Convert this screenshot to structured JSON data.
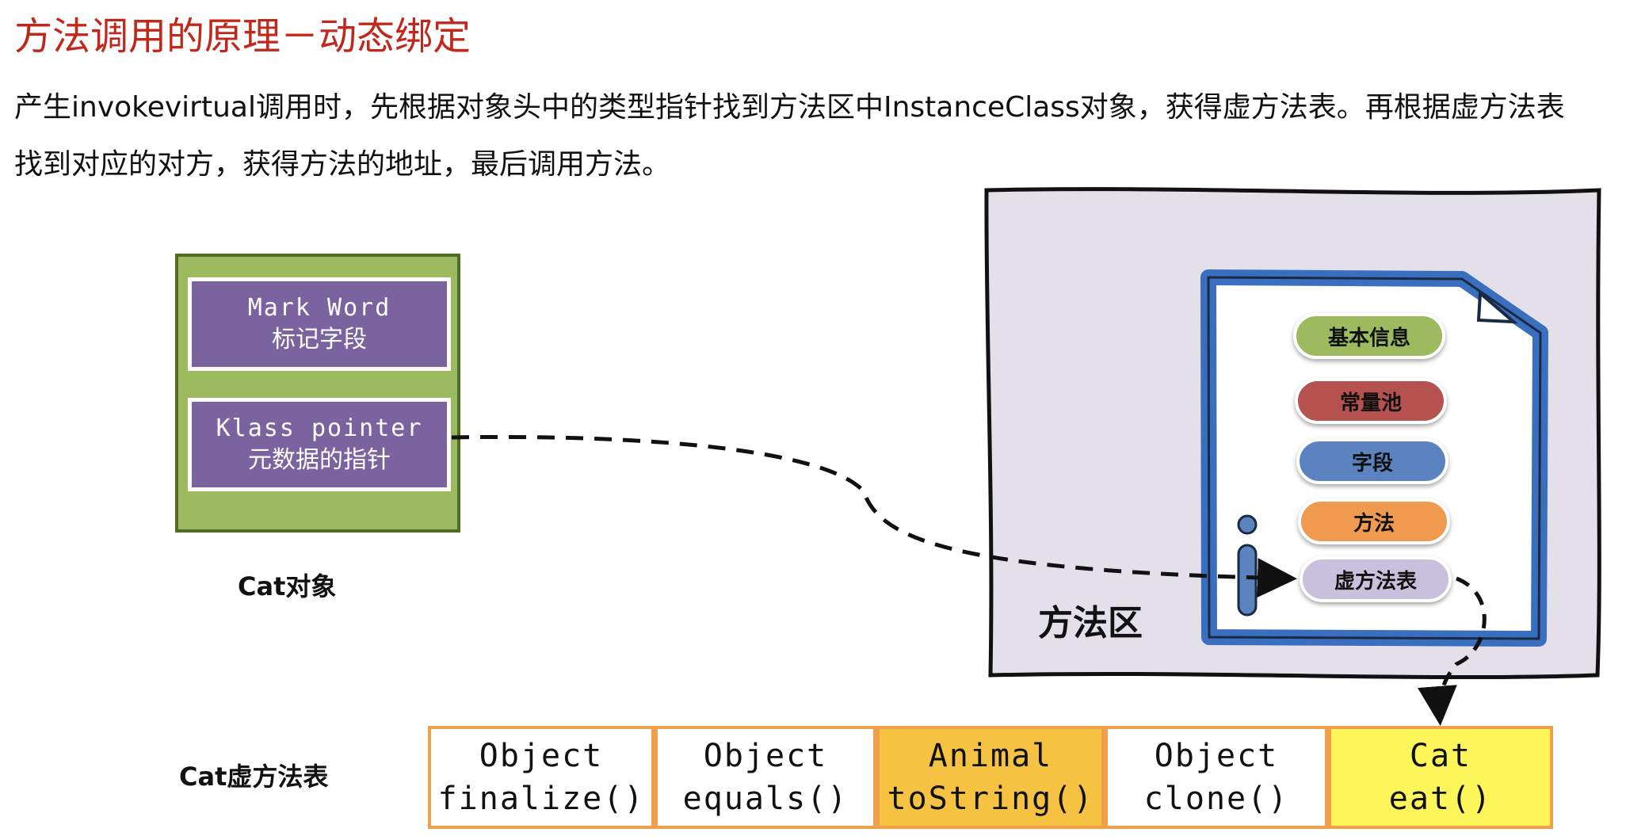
{
  "title": "方法调用的原理－动态绑定",
  "description": {
    "line1": "产生invokevirtual调用时，先根据对象头中的类型指针找到方法区中InstanceClass对象，获得虚方法表。再根据虚方法表",
    "line2": "找到对应的对方，获得方法的地址，最后调用方法。"
  },
  "object": {
    "mark_word": {
      "name": "Mark Word",
      "desc": "标记字段"
    },
    "klass_pointer": {
      "name": "Klass pointer",
      "desc": "元数据的指针"
    },
    "caption": "Cat对象",
    "fill": "#9dba5f",
    "row_fill": "#7b63a0"
  },
  "method_area": {
    "label": "方法区",
    "background": "#e4e0ea",
    "document_icon": "document-icon",
    "info_icon": "info-icon",
    "items": [
      {
        "label": "基本信息",
        "color": "#9dba5f"
      },
      {
        "label": "常量池",
        "color": "#b5514e"
      },
      {
        "label": "字段",
        "color": "#5b83c0"
      },
      {
        "label": "方法",
        "color": "#ef9a4f"
      },
      {
        "label": "虚方法表",
        "color": "#c9c0dd"
      }
    ]
  },
  "vtable": {
    "caption": "Cat虚方法表",
    "cells": [
      {
        "class": "Object",
        "method": "finalize()",
        "fill": "#ffffff"
      },
      {
        "class": "Object",
        "method": "equals()",
        "fill": "#ffffff"
      },
      {
        "class": "Animal",
        "method": "toString()",
        "fill": "#f5c242"
      },
      {
        "class": "Object",
        "method": "clone()",
        "fill": "#ffffff"
      },
      {
        "class": "Cat",
        "method": "eat()",
        "fill": "#fcf65a"
      }
    ]
  }
}
